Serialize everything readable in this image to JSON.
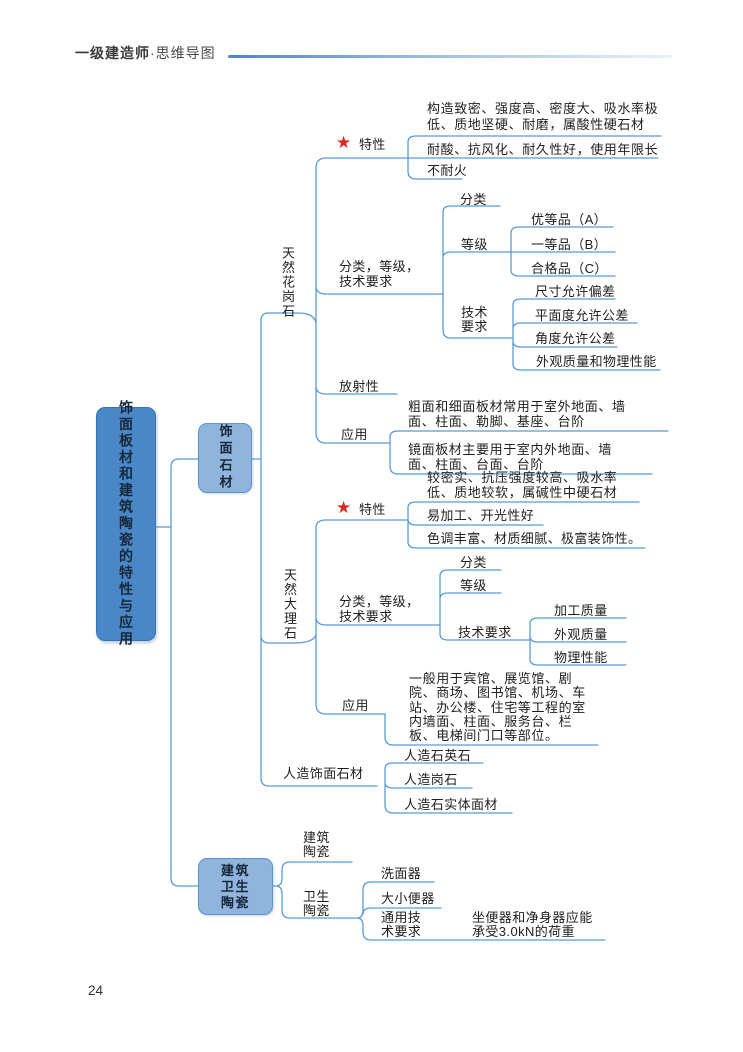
{
  "page": {
    "header": {
      "brand": "一级建造师",
      "subtitle": "·思维导图"
    },
    "page_number": "24"
  },
  "colors": {
    "line_blue": "#5b9bd5",
    "root_fill": "#4a87c6",
    "root_border": "#3674b5",
    "branch_fill": "#90b4dc",
    "branch_border": "#5b94cd",
    "star_red": "#d62b22",
    "header_rule_from": "#4f86c2",
    "header_rule_to": "#e9f1fa",
    "text": "#1f1f1f"
  },
  "icons": {
    "star": "★"
  },
  "mindmap": {
    "root": {
      "label": "饰面板材和建筑陶瓷的特性与应用"
    },
    "stone": {
      "label": "饰面石材",
      "granite": {
        "label": "天然花岗石",
        "traits": {
          "label": "特性",
          "items": [
            "构造致密、强度高、密度大、吸水率极\n低、质地坚硬、耐磨，属酸性硬石材",
            "耐酸、抗风化、耐久性好，使用年限长",
            "不耐火"
          ]
        },
        "classification": {
          "label": "分类，等级，\n技术要求",
          "category": {
            "label": "分类"
          },
          "grade": {
            "label": "等级",
            "items": [
              "优等品（A）",
              "一等品（B）",
              "合格品（C）"
            ]
          },
          "tech": {
            "label": "技术\n要求",
            "items": [
              "尺寸允许偏差",
              "平面度允许公差",
              "角度允许公差",
              "外观质量和物理性能"
            ]
          }
        },
        "radioactivity": {
          "label": "放射性"
        },
        "application": {
          "label": "应用",
          "items": [
            "粗面和细面板材常用于室外地面、墙\n面、柱面、勒脚、基座、台阶",
            "镜面板材主要用于室内外地面、墙\n面、柱面、台面、台阶"
          ]
        }
      },
      "marble": {
        "label": "天然大理石",
        "traits": {
          "label": "特性",
          "items": [
            "较密实、抗压强度较高、吸水率\n低、质地较软，属碱性中硬石材",
            "易加工、开光性好",
            "色调丰富、材质细腻、极富装饰性。"
          ]
        },
        "classification": {
          "label": "分类，等级，\n技术要求",
          "category": {
            "label": "分类"
          },
          "grade": {
            "label": "等级"
          },
          "tech": {
            "label": "技术要求",
            "items": [
              "加工质量",
              "外观质量",
              "物理性能"
            ]
          }
        },
        "application": {
          "label": "应用",
          "text": "一般用于宾馆、展览馆、剧\n院、商场、图书馆、机场、车\n站、办公楼、住宅等工程的室\n内墙面、柱面、服务台、栏\n板、电梯间门口等部位。"
        }
      },
      "artificial": {
        "label": "人造饰面石材",
        "items": [
          "人造石英石",
          "人造岗石",
          "人造石实体面材"
        ]
      }
    },
    "ceramics": {
      "label": "建筑\n卫生\n陶瓷",
      "building": {
        "label": "建筑\n陶瓷"
      },
      "sanitary": {
        "label": "卫生\n陶瓷",
        "washbasin": "洗面器",
        "toilets": "大小便器",
        "general": {
          "label": "通用技\n术要求",
          "text": "坐便器和净身器应能\n承受3.0kN的荷重"
        }
      }
    }
  }
}
